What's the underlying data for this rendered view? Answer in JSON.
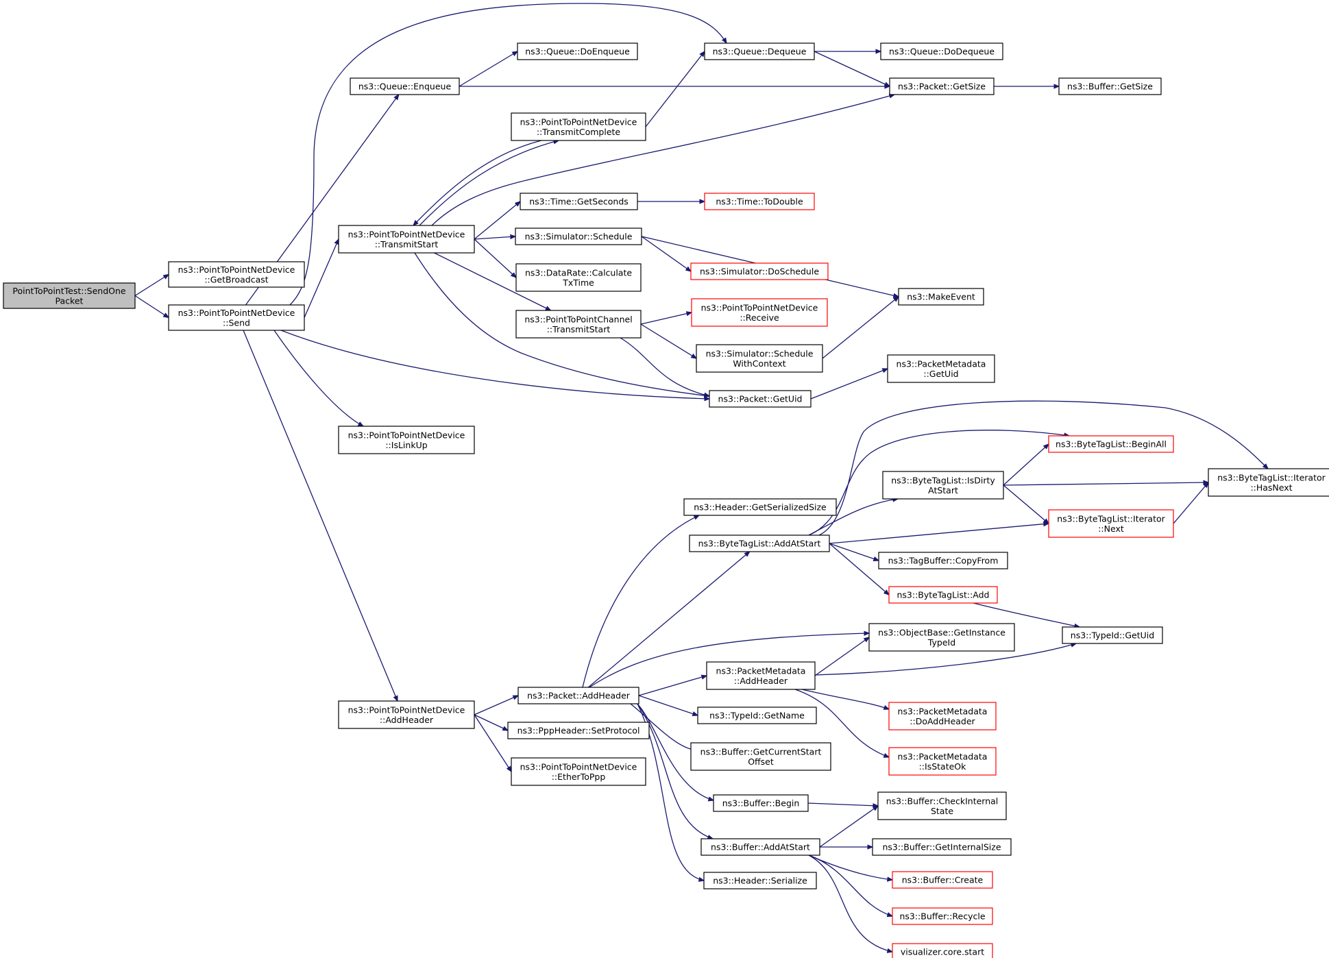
{
  "nodes": [
    {
      "id": "root",
      "lines": [
        "PointToPointTest::SendOne",
        "Packet"
      ],
      "style": "root"
    },
    {
      "id": "getBroadcast",
      "lines": [
        "ns3::PointToPointNetDevice",
        "::GetBroadcast"
      ],
      "style": "normal"
    },
    {
      "id": "send",
      "lines": [
        "ns3::PointToPointNetDevice",
        "::Send"
      ],
      "style": "normal"
    },
    {
      "id": "enqueue",
      "lines": [
        "ns3::Queue::Enqueue"
      ],
      "style": "normal"
    },
    {
      "id": "doEnqueue",
      "lines": [
        "ns3::Queue::DoEnqueue"
      ],
      "style": "normal"
    },
    {
      "id": "dequeue",
      "lines": [
        "ns3::Queue::Dequeue"
      ],
      "style": "normal"
    },
    {
      "id": "doDequeue",
      "lines": [
        "ns3::Queue::DoDequeue"
      ],
      "style": "normal"
    },
    {
      "id": "pktGetSize",
      "lines": [
        "ns3::Packet::GetSize"
      ],
      "style": "normal"
    },
    {
      "id": "bufGetSize",
      "lines": [
        "ns3::Buffer::GetSize"
      ],
      "style": "normal"
    },
    {
      "id": "transmitComplete",
      "lines": [
        "ns3::PointToPointNetDevice",
        "::TransmitComplete"
      ],
      "style": "normal"
    },
    {
      "id": "transmitStart",
      "lines": [
        "ns3::PointToPointNetDevice",
        "::TransmitStart"
      ],
      "style": "normal"
    },
    {
      "id": "getSeconds",
      "lines": [
        "ns3::Time::GetSeconds"
      ],
      "style": "normal"
    },
    {
      "id": "toDouble",
      "lines": [
        "ns3::Time::ToDouble"
      ],
      "style": "red"
    },
    {
      "id": "schedule",
      "lines": [
        "ns3::Simulator::Schedule"
      ],
      "style": "normal"
    },
    {
      "id": "doSchedule",
      "lines": [
        "ns3::Simulator::DoSchedule"
      ],
      "style": "red"
    },
    {
      "id": "makeEvent",
      "lines": [
        "ns3::MakeEvent"
      ],
      "style": "normal"
    },
    {
      "id": "calcTxTime",
      "lines": [
        "ns3::DataRate::Calculate",
        "TxTime"
      ],
      "style": "normal"
    },
    {
      "id": "chanTransmit",
      "lines": [
        "ns3::PointToPointChannel",
        "::TransmitStart"
      ],
      "style": "normal"
    },
    {
      "id": "receive",
      "lines": [
        "ns3::PointToPointNetDevice",
        "::Receive"
      ],
      "style": "red"
    },
    {
      "id": "schedCtx",
      "lines": [
        "ns3::Simulator::Schedule",
        "WithContext"
      ],
      "style": "normal"
    },
    {
      "id": "metaGetUid",
      "lines": [
        "ns3::PacketMetadata",
        "::GetUid"
      ],
      "style": "normal"
    },
    {
      "id": "pktGetUid",
      "lines": [
        "ns3::Packet::GetUid"
      ],
      "style": "normal"
    },
    {
      "id": "isLinkUp",
      "lines": [
        "ns3::PointToPointNetDevice",
        "::IsLinkUp"
      ],
      "style": "normal"
    },
    {
      "id": "devAddHeader",
      "lines": [
        "ns3::PointToPointNetDevice",
        "::AddHeader"
      ],
      "style": "normal"
    },
    {
      "id": "pktAddHeader",
      "lines": [
        "ns3::Packet::AddHeader"
      ],
      "style": "normal"
    },
    {
      "id": "setProtocol",
      "lines": [
        "ns3::PppHeader::SetProtocol"
      ],
      "style": "normal"
    },
    {
      "id": "etherToPpp",
      "lines": [
        "ns3::PointToPointNetDevice",
        "::EtherToPpp"
      ],
      "style": "normal"
    },
    {
      "id": "getSerSize",
      "lines": [
        "ns3::Header::GetSerializedSize"
      ],
      "style": "normal"
    },
    {
      "id": "btlAddAtStart",
      "lines": [
        "ns3::ByteTagList::AddAtStart"
      ],
      "style": "normal"
    },
    {
      "id": "btlIsDirty",
      "lines": [
        "ns3::ByteTagList::IsDirty",
        "AtStart"
      ],
      "style": "normal"
    },
    {
      "id": "btlBeginAll",
      "lines": [
        "ns3::ByteTagList::BeginAll"
      ],
      "style": "red"
    },
    {
      "id": "iterHasNext",
      "lines": [
        "ns3::ByteTagList::Iterator",
        "::HasNext"
      ],
      "style": "normal"
    },
    {
      "id": "iterNext",
      "lines": [
        "ns3::ByteTagList::Iterator",
        "::Next"
      ],
      "style": "red"
    },
    {
      "id": "tagCopyFrom",
      "lines": [
        "ns3::TagBuffer::CopyFrom"
      ],
      "style": "normal"
    },
    {
      "id": "btlAdd",
      "lines": [
        "ns3::ByteTagList::Add"
      ],
      "style": "red"
    },
    {
      "id": "typeGetUid",
      "lines": [
        "ns3::TypeId::GetUid"
      ],
      "style": "normal"
    },
    {
      "id": "getInstTypeId",
      "lines": [
        "ns3::ObjectBase::GetInstance",
        "TypeId"
      ],
      "style": "normal"
    },
    {
      "id": "metaAddHeader",
      "lines": [
        "ns3::PacketMetadata",
        "::AddHeader"
      ],
      "style": "normal"
    },
    {
      "id": "metaDoAddHeader",
      "lines": [
        "ns3::PacketMetadata",
        "::DoAddHeader"
      ],
      "style": "red"
    },
    {
      "id": "metaIsStateOk",
      "lines": [
        "ns3::PacketMetadata",
        "::IsStateOk"
      ],
      "style": "red"
    },
    {
      "id": "typeGetName",
      "lines": [
        "ns3::TypeId::GetName"
      ],
      "style": "normal"
    },
    {
      "id": "bufCurStart",
      "lines": [
        "ns3::Buffer::GetCurrentStart",
        "Offset"
      ],
      "style": "normal"
    },
    {
      "id": "bufBegin",
      "lines": [
        "ns3::Buffer::Begin"
      ],
      "style": "normal"
    },
    {
      "id": "bufCheckState",
      "lines": [
        "ns3::Buffer::CheckInternal",
        "State"
      ],
      "style": "normal"
    },
    {
      "id": "bufAddAtStart",
      "lines": [
        "ns3::Buffer::AddAtStart"
      ],
      "style": "normal"
    },
    {
      "id": "bufIntSize",
      "lines": [
        "ns3::Buffer::GetInternalSize"
      ],
      "style": "normal"
    },
    {
      "id": "bufCreate",
      "lines": [
        "ns3::Buffer::Create"
      ],
      "style": "red"
    },
    {
      "id": "bufRecycle",
      "lines": [
        "ns3::Buffer::Recycle"
      ],
      "style": "red"
    },
    {
      "id": "vizStart",
      "lines": [
        "visualizer.core.start"
      ],
      "style": "red"
    },
    {
      "id": "hdrSerialize",
      "lines": [
        "ns3::Header::Serialize"
      ],
      "style": "normal"
    }
  ],
  "edges": [
    [
      "root",
      "getBroadcast"
    ],
    [
      "root",
      "send"
    ],
    [
      "send",
      "dequeue"
    ],
    [
      "send",
      "enqueue"
    ],
    [
      "send",
      "transmitStart"
    ],
    [
      "send",
      "pktGetUid"
    ],
    [
      "send",
      "isLinkUp"
    ],
    [
      "send",
      "devAddHeader"
    ],
    [
      "enqueue",
      "doEnqueue"
    ],
    [
      "enqueue",
      "pktGetSize"
    ],
    [
      "dequeue",
      "doDequeue"
    ],
    [
      "dequeue",
      "pktGetSize"
    ],
    [
      "pktGetSize",
      "bufGetSize"
    ],
    [
      "transmitComplete",
      "dequeue"
    ],
    [
      "transmitComplete",
      "transmitStart"
    ],
    [
      "transmitStart",
      "transmitComplete"
    ],
    [
      "transmitStart",
      "pktGetSize"
    ],
    [
      "transmitStart",
      "getSeconds"
    ],
    [
      "transmitStart",
      "schedule"
    ],
    [
      "transmitStart",
      "calcTxTime"
    ],
    [
      "transmitStart",
      "chanTransmit"
    ],
    [
      "transmitStart",
      "pktGetUid"
    ],
    [
      "getSeconds",
      "toDouble"
    ],
    [
      "schedule",
      "doSchedule"
    ],
    [
      "schedule",
      "makeEvent"
    ],
    [
      "chanTransmit",
      "receive"
    ],
    [
      "chanTransmit",
      "schedCtx"
    ],
    [
      "chanTransmit",
      "pktGetUid"
    ],
    [
      "schedCtx",
      "makeEvent"
    ],
    [
      "pktGetUid",
      "metaGetUid"
    ],
    [
      "devAddHeader",
      "pktAddHeader"
    ],
    [
      "devAddHeader",
      "setProtocol"
    ],
    [
      "devAddHeader",
      "etherToPpp"
    ],
    [
      "pktAddHeader",
      "getSerSize"
    ],
    [
      "pktAddHeader",
      "btlAddAtStart"
    ],
    [
      "pktAddHeader",
      "getInstTypeId"
    ],
    [
      "pktAddHeader",
      "metaAddHeader"
    ],
    [
      "pktAddHeader",
      "typeGetName"
    ],
    [
      "pktAddHeader",
      "bufCurStart"
    ],
    [
      "pktAddHeader",
      "bufBegin"
    ],
    [
      "pktAddHeader",
      "bufAddAtStart"
    ],
    [
      "pktAddHeader",
      "hdrSerialize"
    ],
    [
      "btlAddAtStart",
      "iterHasNext"
    ],
    [
      "btlAddAtStart",
      "btlBeginAll"
    ],
    [
      "btlAddAtStart",
      "btlIsDirty"
    ],
    [
      "btlAddAtStart",
      "iterNext"
    ],
    [
      "btlAddAtStart",
      "tagCopyFrom"
    ],
    [
      "btlAddAtStart",
      "btlAdd"
    ],
    [
      "btlIsDirty",
      "btlBeginAll"
    ],
    [
      "btlIsDirty",
      "iterHasNext"
    ],
    [
      "btlIsDirty",
      "iterNext"
    ],
    [
      "iterNext",
      "iterHasNext"
    ],
    [
      "btlAdd",
      "typeGetUid"
    ],
    [
      "metaAddHeader",
      "getInstTypeId"
    ],
    [
      "metaAddHeader",
      "typeGetUid"
    ],
    [
      "metaAddHeader",
      "metaDoAddHeader"
    ],
    [
      "metaAddHeader",
      "metaIsStateOk"
    ],
    [
      "bufBegin",
      "bufCheckState"
    ],
    [
      "bufAddAtStart",
      "bufCheckState"
    ],
    [
      "bufAddAtStart",
      "bufIntSize"
    ],
    [
      "bufAddAtStart",
      "bufCreate"
    ],
    [
      "bufAddAtStart",
      "bufRecycle"
    ],
    [
      "bufAddAtStart",
      "vizStart"
    ]
  ],
  "colors": {
    "edge": "#191970",
    "border": "#000000",
    "missing_border": "#ff0000",
    "root_fill": "#bfbfbf"
  }
}
